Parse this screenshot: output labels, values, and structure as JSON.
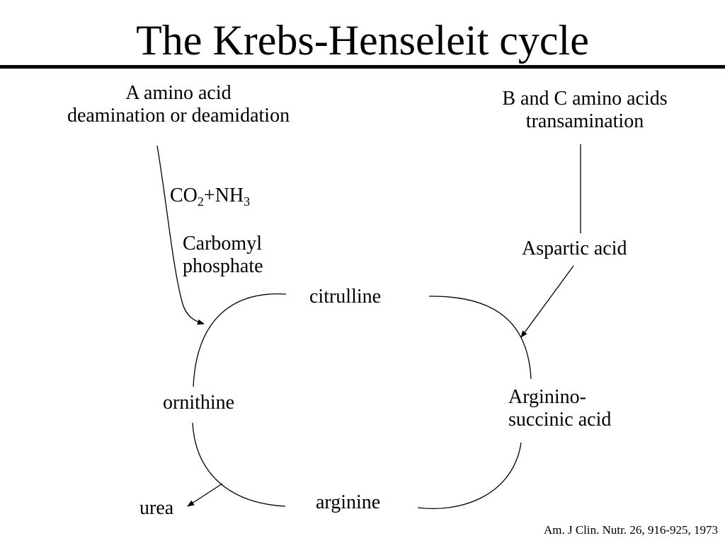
{
  "title": "The Krebs-Henseleit cycle",
  "source_a": {
    "line1": "A amino acid",
    "line2": "deamination or deamidation"
  },
  "source_bc": {
    "line1": "B and C amino acids",
    "line2": "transamination"
  },
  "co2_nh3": {
    "a": "CO",
    "a_sub": "2",
    "plus": "+NH",
    "b_sub": "3"
  },
  "carbomyl": {
    "line1": "Carbomyl",
    "line2": "phosphate"
  },
  "aspartic_acid": "Aspartic acid",
  "cycle": {
    "citrulline": "citrulline",
    "argininosuccinic": {
      "line1": "Arginino-",
      "line2": "succinic acid"
    },
    "arginine": "arginine",
    "ornithine": "ornithine"
  },
  "urea": "urea",
  "citation": "Am. J Clin. Nutr. 26, 916-925, 1973",
  "colors": {
    "ink": "#000000",
    "background": "#ffffff"
  }
}
